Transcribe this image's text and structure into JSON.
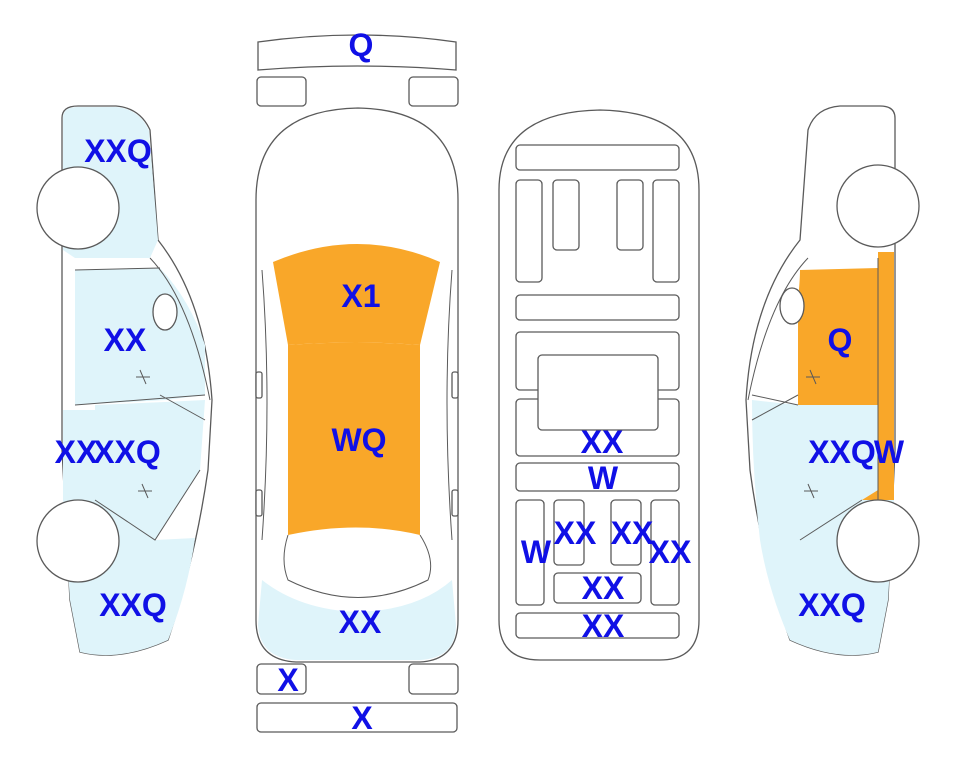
{
  "colors": {
    "damaged": "#f9a729",
    "marked": "#dff4fa",
    "label": "#1010e6",
    "outline": "#5a5a5a",
    "blank": "#ffffff"
  },
  "front_bumper": {
    "label": "Q",
    "state": "damaged"
  },
  "top_view": {
    "windshield": {
      "label": "X1",
      "state": "damaged"
    },
    "roof": {
      "label": "WQ",
      "state": "damaged"
    },
    "trunk": {
      "label": "XX",
      "state": "marked"
    }
  },
  "left_side": {
    "front_fender": {
      "label": "XXQ",
      "state": "marked"
    },
    "front_door": {
      "label": "XX",
      "state": "marked"
    },
    "rocker": {
      "label": "XX",
      "state": "marked"
    },
    "rear_door": {
      "label": "XXQ",
      "state": "marked"
    },
    "rear_quarter": {
      "label": "XXQ",
      "state": "marked"
    }
  },
  "interior": {
    "rear_seat": {
      "label": "XX",
      "state": "marked"
    },
    "floor_bar": {
      "label": "W",
      "state": "damaged"
    },
    "left_panel": {
      "label": "W",
      "state": "damaged"
    },
    "seat_left": {
      "label": "XX",
      "state": "marked"
    },
    "seat_middle": {
      "label": "XX",
      "state": "marked"
    },
    "seat_right": {
      "label": "XX",
      "state": "marked"
    },
    "lower_center": {
      "label": "XX",
      "state": "marked"
    },
    "trunk_floor": {
      "label": "XX",
      "state": "marked"
    }
  },
  "right_side": {
    "front_door": {
      "label": "Q",
      "state": "damaged"
    },
    "rear_door": {
      "label": "XXQ",
      "state": "marked"
    },
    "pillar": {
      "label": "W",
      "state": "damaged"
    },
    "rear_quarter": {
      "label": "XXQ",
      "state": "marked"
    }
  },
  "rear_left_light": {
    "label": "X",
    "state": "damaged"
  },
  "rear_bumper": {
    "label": "X",
    "state": "damaged"
  }
}
